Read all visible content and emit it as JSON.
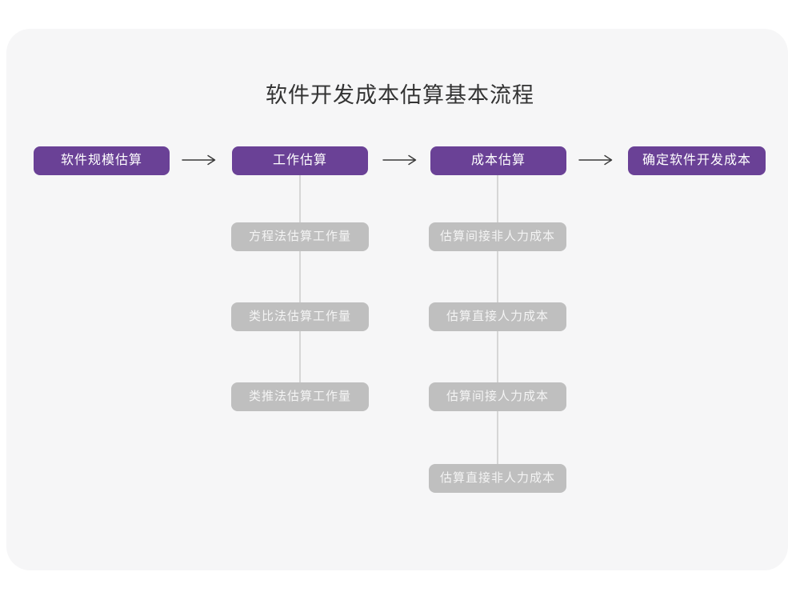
{
  "title": "软件开发成本估算基本流程",
  "colors": {
    "accent": "#6A4196",
    "sub_box": "#BFBFBF",
    "card_bg": "#F6F6F7",
    "arrow": "#3A3A3A",
    "connector": "#D6D6D6"
  },
  "flow": {
    "steps": [
      {
        "label": "软件规模估算"
      },
      {
        "label": "工作估算"
      },
      {
        "label": "成本估算"
      },
      {
        "label": "确定软件开发成本"
      }
    ],
    "work_methods": [
      {
        "label": "方程法估算工作量"
      },
      {
        "label": "类比法估算工作量"
      },
      {
        "label": "类推法估算工作量"
      }
    ],
    "cost_items": [
      {
        "label": "估算间接非人力成本"
      },
      {
        "label": "估算直接人力成本"
      },
      {
        "label": "估算间接人力成本"
      },
      {
        "label": "估算直接非人力成本"
      }
    ]
  }
}
